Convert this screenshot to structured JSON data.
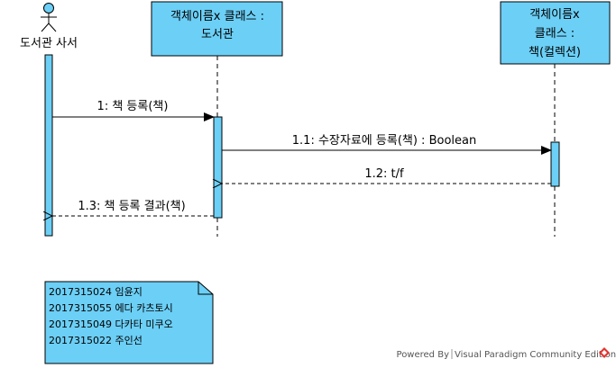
{
  "actor": {
    "name": "도서관 사서"
  },
  "object_librarian": {
    "line1": "객체이름x 클래스 :",
    "line2": "도서관"
  },
  "object_book": {
    "line1": "객체이름x",
    "line2": "클래스 :",
    "line3": "책(컬렉션)"
  },
  "messages": {
    "m1": "1: 책 등록(책)",
    "m11": "1.1: 수장자료에 등록(책) : Boolean",
    "m12": "1.2: t/f",
    "m13": "1.3: 책 등록 결과(책)"
  },
  "note": {
    "lines": [
      "2017315024 임윤지",
      "2017315055 에다 카츠토시",
      "2017315049 다카타 미쿠오",
      "2017315022 주인선"
    ]
  },
  "watermark": {
    "prefix": "Powered By",
    "product": "Visual Paradigm Community Edition"
  },
  "colors": {
    "fill": "#6ccff6",
    "stroke": "#000000"
  }
}
